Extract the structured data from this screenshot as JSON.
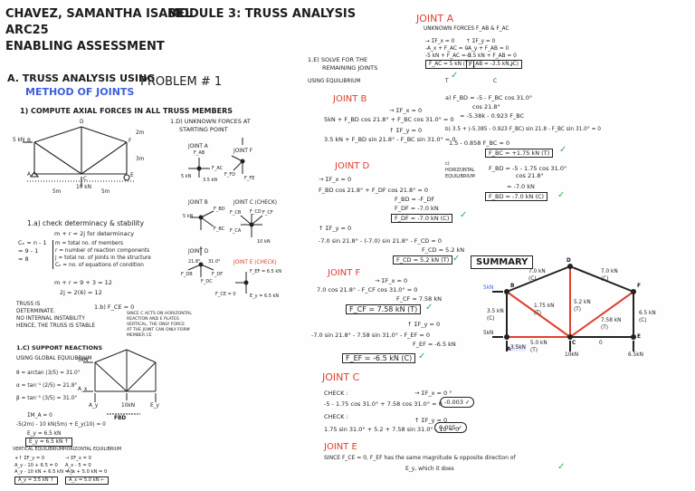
{
  "header": {
    "name": "CHAVEZ, SAMANTHA ISABEL",
    "module": "MODULE 3: TRUSS ANALYSIS",
    "code": "ARC25",
    "assessment": "ENABLING ASSESSMENT"
  },
  "sectionA": {
    "title": "A. TRUSS ANALYSIS USING",
    "subtitle": "METHOD OF JOINTS",
    "problem": "PROBLEM # 1",
    "step1": "1) COMPUTE AXIAL FORCES IN ALL TRUSS MEMBERS"
  },
  "truss_labels": {
    "load_b": "5 kN",
    "load_c": "10 kN",
    "A": "A",
    "B": "B",
    "C": "C",
    "D": "D",
    "E": "E",
    "F": "F",
    "span1": "5m",
    "span2": "5m",
    "h1": "2m",
    "h2": "3m"
  },
  "determinacy": {
    "title": "1.a) check determinacy & stability",
    "formula": "m + r = 2j  for determinacy",
    "left": [
      "Cₑ = n - 1",
      "= 9 - 1",
      "= 8"
    ],
    "defs": [
      "m = total no. of members",
      "r = number of reaction components",
      "j = total no. of joints in the structure",
      "Cₑ = no. of equations of condition"
    ],
    "calc1": "m + r = 9 + 3 = 12",
    "calc2": "2j = 2(6) = 12",
    "conclusion": [
      "TRUSS IS",
      "DETERMINATE.",
      "NO INTERNAL INSTABILITY",
      "HENCE, THE TRUSS IS STABLE"
    ]
  },
  "step_1b": {
    "title": "1.b) F_CE = 0",
    "note": [
      "SINCE C ACTS ON HORIZONTAL",
      "REACTION AND E PLATES",
      "VERTICAL, THE ONLY FORCE",
      "AT THE JOINT CAN ONLY FORM",
      "MEMBER CE"
    ]
  },
  "step_1c": {
    "title": "1.C) SUPPORT REACTIONS",
    "sub": "USING GLOBAL EQUILIBRIUM",
    "angles": [
      "θ = arctan (3/5) = 31.0°",
      "α = tan⁻¹ (2/5) = 21.8°",
      "β = tan⁻¹ (3/5) = 31.0°"
    ],
    "moment": "ΣM_A = 0",
    "mom_eq": "-5(2m) - 10 kN(5m) + E_y(10) = 0",
    "ey": "E_y = 6.5 kN",
    "ey2": "E_y = 6.5 kN ↑",
    "vertical_title": "VERTICAL EQUILIBRIUM",
    "vertical": [
      "+↑ ΣF_y = 0",
      "A_y - 10 + 6.5 = 0",
      "A_y - 10 kN + 6.5 kN = 0",
      "A_y = 3.5 kN ↑"
    ],
    "horizontal_title": "HORIZONTAL EQUILIBRIUM",
    "horizontal": [
      "→ ΣF_x = 0",
      "A_x - 5 = 0",
      "-A_x + 5.0 kN = 0",
      "A_x = 5.0 kN ←"
    ],
    "diagram_labels": {
      "load": "5kN",
      "ten": "10kN",
      "free": "FBD",
      "ax": "A_x",
      "ay": "A_y",
      "ey": "E_y"
    }
  },
  "step_1d": {
    "title": [
      "1.D) UNKNOWN FORCES AT",
      "STARTING POINT"
    ],
    "joints": [
      "JOINT A",
      "JOINT F",
      "JOINT B",
      "JOINT C (CHECK)",
      "JOINT D",
      "JOINT E (CHECK)"
    ],
    "labels": [
      "F_AB",
      "F_AC",
      "5 kN",
      "3.5 kN",
      "F_FD",
      "F_FE",
      "F_BD",
      "F_BC",
      "10 kN",
      "F_DF",
      "F_CE = 0",
      "E_y = 6.5 kN",
      "F_EF = 6.5 kN",
      "F_CD",
      "F_CF",
      "F_CB",
      "F_CA",
      "5 kN",
      "F_DB",
      "F_DC",
      "21.8°",
      "31.0°"
    ]
  },
  "sectionE": {
    "title": "1.E) SOLVE FOR THE",
    "title2": "REMAINING JOINTS",
    "using": "USING EQUILIBRIUM"
  },
  "jointA": {
    "title": "JOINT A",
    "unknown": "UNKNOWN FORCES F_AB & F_AC",
    "left": [
      "→ ΣF_x = 0",
      "-A_x + F_AC = 0",
      "-5 kN + F_AC = 0"
    ],
    "left_box": "F_AC = 5 kN (T)",
    "right": [
      "↑ ΣF_y = 0",
      "-A_y + F_AB = 0",
      "-3.5 kN + F_AB = 0"
    ],
    "right_box": "F_AB = -3.5 kN (C)",
    "tags": [
      "T",
      "C"
    ]
  },
  "jointB": {
    "title": "JOINT B",
    "eqs": [
      "→ ΣF_x = 0",
      "5kN + F_BD cos 21.8° + F_BC cos 31.0° = 0",
      "↑ ΣF_y = 0",
      "3.5 kN + F_BD sin 21.8° - F_BC sin 31.0° = 0"
    ],
    "side": [
      "a) F_BD = -5 - F_BC cos 31.0°",
      "cos 21.8°",
      "= -5.38k - 0.923 F_BC",
      "b) 3.5 + (-5.385 - 0.923 F_BC) sin 21.8 - F_BC sin 31.0° = 0",
      "1.5 - 0.858 F_BC = 0"
    ],
    "box1": "F_BC = +1.75 kN (T)",
    "horiz": [
      "c)",
      "HORIZONTAL",
      "EQUILIBRIUM"
    ],
    "c_eq": [
      "F_BD = -5 - 1.75 cos 31.0°",
      "cos 21.8°",
      "= -7.0 kN"
    ],
    "box2": "F_BD = -7.0 kN (C)"
  },
  "jointD": {
    "title": "JOINT D",
    "eqs": [
      "→ ΣF_x = 0",
      "F_BD cos 21.8° + F_DF cos 21.8° = 0",
      "F_BD = -F_DF",
      "F_DF = -7.0 kN"
    ],
    "box1": "F_DF = -7.0 kN (C)",
    "eqs2": [
      "↑ ΣF_y = 0",
      "-7.0 sin 21.8° - (-7.0) sin 21.8° - F_CD = 0",
      "F_CD = 5.2 kN"
    ],
    "box2": "F_CD = 5.2 kN (T)"
  },
  "jointF": {
    "title": "JOINT F",
    "eqs": [
      "→ ΣF_x = 0",
      "7.0 cos 21.8° - F_CF cos 31.0° = 0",
      "F_CF = 7.58 kN"
    ],
    "box1": "F_CF = 7.58 kN (T)",
    "eqs2": [
      "↑ ΣF_y = 0",
      "-7.0 sin 21.8° - 7.58 sin 31.0° - F_EF = 0",
      "F_EF = -6.5 kN"
    ],
    "box2": "F_EF = -6.5 kN (C)"
  },
  "jointC": {
    "title": "JOINT C",
    "check1": "CHECK :",
    "sum1": "→ ΣF_x = 0 °",
    "eq1": "-5 - 1.75 cos 31.0° + 7.58 cos 31.0° = 0",
    "res1": "-0.003 ✓",
    "check2": "CHECK :",
    "sum2": "↑ ΣF_y = 0",
    "eq2": "1.75 sin 31.0° + 5.2 + 7.58 sin 31.0° - 10 = 0",
    "res2": "0.005 ✓"
  },
  "jointE": {
    "title": "JOINT E",
    "text": "SINCE F_CE = 0,  F_EF has the same magnitude & opposite direction of",
    "text2": "E_y, which it does"
  },
  "summary": {
    "title": "SUMMARY",
    "members": [
      {
        "label": "7.0 kN",
        "tag": "(C)"
      },
      {
        "label": "7.0 kN",
        "tag": "(C)"
      },
      {
        "label": "1.75 kN",
        "tag": "(T)"
      },
      {
        "label": "5.2 kN",
        "tag": "(T)"
      },
      {
        "label": "7.58 kN",
        "tag": "(T)"
      },
      {
        "label": "3.5 kN",
        "tag": "(C)"
      },
      {
        "label": "6.5 kN",
        "tag": "(C)"
      },
      {
        "label": "5.0 kN",
        "tag": "(T)"
      },
      {
        "label": "0",
        "tag": ""
      }
    ],
    "loads": {
      "b": "5kN",
      "a": "5kN",
      "ay": "3.5kN",
      "c": "10kN",
      "ey": "6.5kN"
    },
    "nodes": [
      "A",
      "B",
      "C",
      "D",
      "E",
      "F"
    ]
  }
}
